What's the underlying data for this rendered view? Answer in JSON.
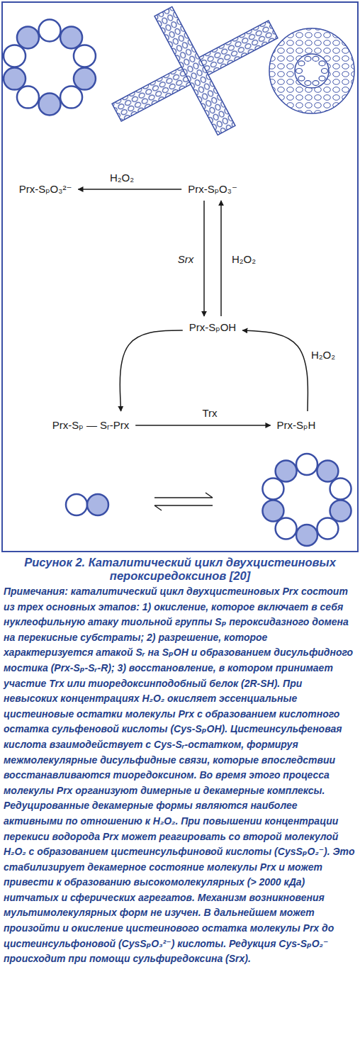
{
  "diagram": {
    "caption": "Рисунок 2. Каталитический цикл двухцистеиновых пероксиредоксинов [20]",
    "nodes": [
      {
        "text": [
          "Prx-SₚO₃²⁻"
        ]
      },
      {
        "text": [
          "Prx-SₚO₃⁻"
        ]
      },
      {
        "text": [
          "Prx-SₚOH"
        ]
      },
      {
        "text": [
          "Prx-Sₚ — Sᵣ-Prx"
        ]
      },
      {
        "text": [
          "Prx-SₚH"
        ]
      }
    ],
    "edges": [
      {
        "from": 1,
        "to": 0,
        "label": "H₂O₂",
        "arrow": "to"
      },
      {
        "from": 1,
        "to": 2,
        "label": "Srx",
        "arrow": "to"
      },
      {
        "from": 2,
        "to": 1,
        "label": "H₂O₂",
        "arrow": "to"
      },
      {
        "from": 2,
        "to": 3,
        "arrow": "to"
      },
      {
        "from": 3,
        "to": 4,
        "label": "Trx",
        "arrow": "to"
      },
      {
        "from": 4,
        "to": 2,
        "label": "H₂O₂",
        "arrow": "to"
      }
    ],
    "labels": [
      "Примечания: каталитический цикл двухцистеиновых Prx состоит из трех основных этапов: 1) окисление, которое включает в себя нуклеофильную атаку тиольной группы Sₚ пероксидазного домена на перекисные субстраты; 2) разрешение, которое характеризуется атакой Sᵣ на SₚOH и образованием дисульфидного мостика (Prx-Sₚ-Sᵣ-R); 3) восстановление, в котором принимает участие Trx или тиоредоксинподобный белок (2R-SH). При невысоких концентрациях H₂O₂ окисляет эссенциальные цистеиновые остатки молекулы Prx с образованием кислотного остатка сульфеновой кислоты (Cys-SₚOH). Цистеинсульфеновая кислота взаимодействует с Cys-Sᵣ-остатком, формируя межмолекулярные дисульфидные связи, которые впоследствии восстанавливаются тиоредоксином. Во время этого процесса молекулы Prx организуют димерные и декамерные комплексы. Редуцированные декамерные формы являются наиболее активными по отношению к H₂O₂. При повышении концентрации перекиси водорода Prx может реагировать со второй молекулой H₂O₂ с образованием цистеинсульфиновой кислоты (CysSₚO₂⁻). Это стабилизирует декамерное состояние молекулы Prx и может привести к образованию высокомолекулярных (> 2000 кДа) нитчатых и сферических агрегатов. Механизм возникновения мультимолекулярных форм не изучен. В дальнейшем может произойти и окисление цистеинового остатка молекулы Prx до цистеинсульфоновой (CysSₚO₃²⁻) кислоты. Редукция Cys-SₚO₂⁻ происходит при помощи сульфиредоксина (Srx)."
    ]
  }
}
